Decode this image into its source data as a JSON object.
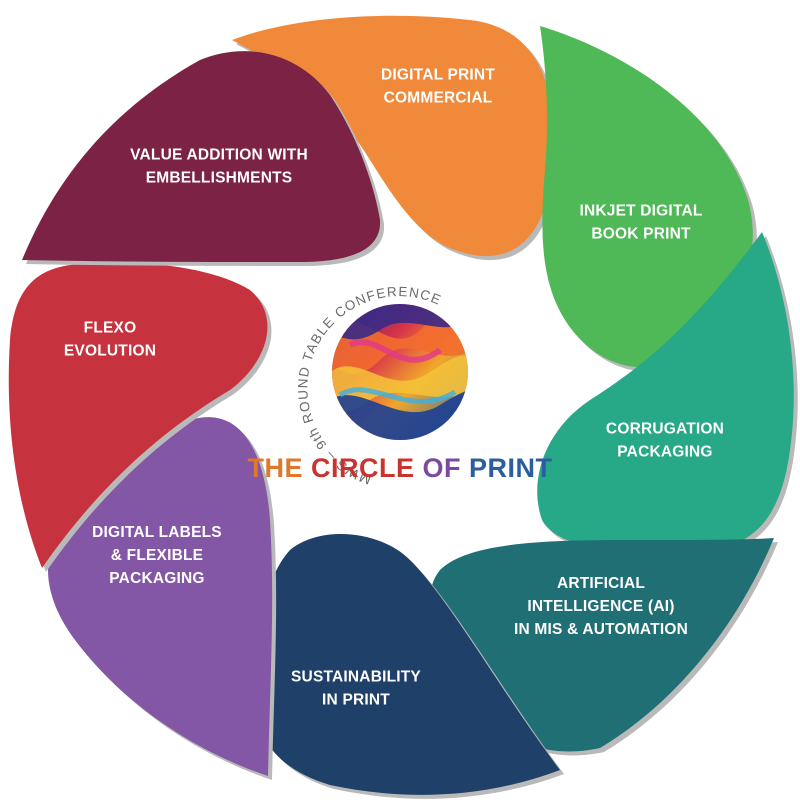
{
  "center": {
    "arc_text": "MWS – 9th ROUND TABLE CONFERENCE",
    "title_words": [
      {
        "text": "THE ",
        "color": "#e2762b"
      },
      {
        "text": "CIRCLE ",
        "color": "#c8332f"
      },
      {
        "text": "OF ",
        "color": "#7b4aa0"
      },
      {
        "text": "PRINT",
        "color": "#2b5e9e"
      }
    ]
  },
  "segments": [
    {
      "lines": [
        "DIGITAL PRINT",
        "COMMERCIAL"
      ],
      "color": "#f08a3a"
    },
    {
      "lines": [
        "INKJET DIGITAL",
        "BOOK PRINT"
      ],
      "color": "#4fb857"
    },
    {
      "lines": [
        "CORRUGATION",
        "PACKAGING"
      ],
      "color": "#27a886"
    },
    {
      "lines": [
        "ARTIFICIAL",
        "INTELLIGENCE (AI)",
        "IN MIS & AUTOMATION"
      ],
      "color": "#1f6f74"
    },
    {
      "lines": [
        "SUSTAINABILITY",
        "IN PRINT"
      ],
      "color": "#1f4068"
    },
    {
      "lines": [
        "DIGITAL LABELS",
        "& FLEXIBLE",
        "PACKAGING"
      ],
      "color": "#8356a6"
    },
    {
      "lines": [
        "FLEXO",
        "EVOLUTION"
      ],
      "color": "#c7323f"
    },
    {
      "lines": [
        "VALUE ADDITION WITH",
        "EMBELLISHMENTS"
      ],
      "color": "#7c2244"
    }
  ]
}
